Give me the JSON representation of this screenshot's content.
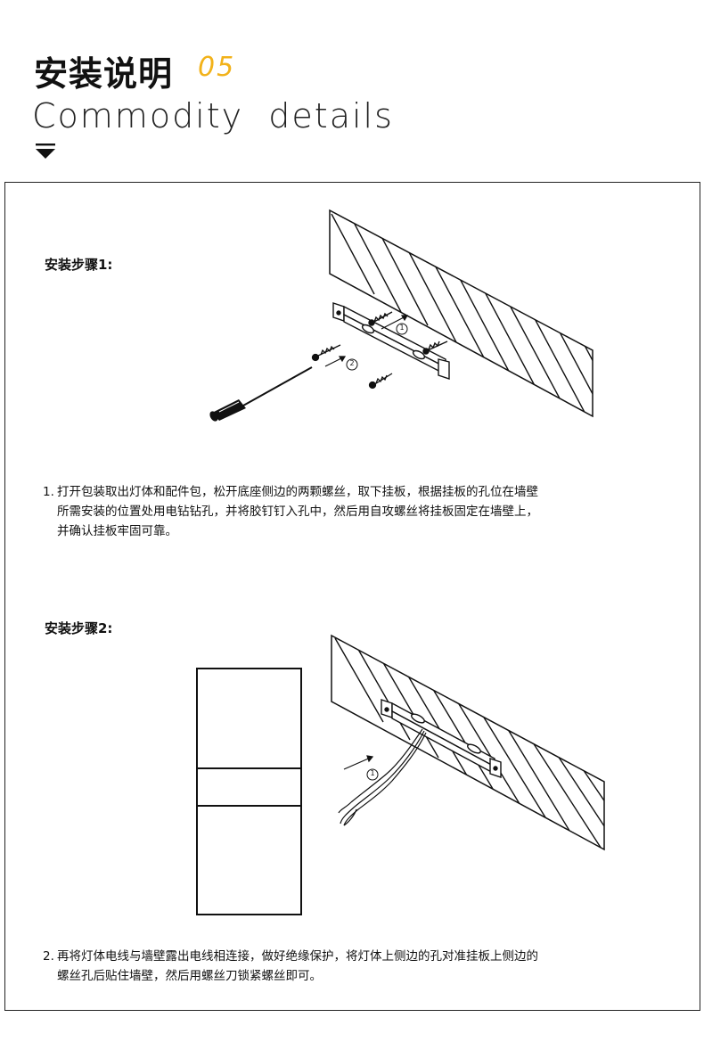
{
  "header": {
    "title_cn": "安装说明",
    "title_number": "05",
    "title_en": "Commodity  details"
  },
  "step1": {
    "title": "安装步骤1:",
    "number": "1.",
    "text_line1": "打开包装取出灯体和配件包，松开底座侧边的两颗螺丝，取下挂板，根据挂板的孔位在墙壁",
    "text_line2": "所需安装的位置处用电钻钻孔，并将胶钉钉入孔中，然后用自攻螺丝将挂板固定在墙壁上，",
    "text_line3": "并确认挂板牢固可靠。",
    "callout_a": "1",
    "callout_b": "2"
  },
  "step2": {
    "title": "安装步骤2:",
    "number": "2.",
    "text_line1": "再将灯体电线与墙壁露出电线相连接，做好绝缘保护，将灯体上侧边的孔对准挂板上侧边的",
    "text_line2": "螺丝孔后贴住墙壁，然后用螺丝刀锁紧螺丝即可。",
    "callout_a": "1"
  },
  "icons": {
    "arrow": "down-arrow-icon",
    "accent_color": "#f2b21a"
  }
}
